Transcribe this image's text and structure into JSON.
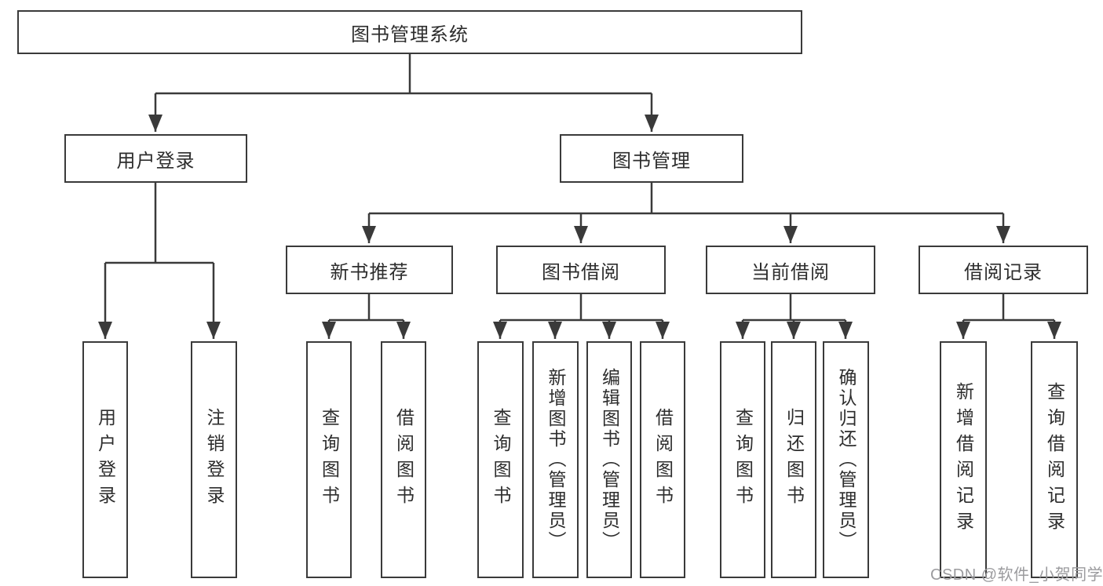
{
  "diagram": {
    "title": "图书管理系统",
    "level2": {
      "user_login": "用户登录",
      "book_mgmt": "图书管理"
    },
    "level3": {
      "new_books": "新书推荐",
      "book_borrow": "图书借阅",
      "current_borrow": "当前借阅",
      "borrow_records": "借阅记录"
    },
    "leaves": {
      "login": [
        "用户登录",
        "注销登录"
      ],
      "new_books": [
        "查询图书",
        "借阅图书"
      ],
      "book_borrow": [
        "查询图书",
        "新增图书（管理员）",
        "编辑图书（管理员）",
        "借阅图书"
      ],
      "current_borrow": [
        "查询图书",
        "归还图书",
        "确认归还（管理员）"
      ],
      "borrow_records": [
        "新增借阅记录",
        "查询借阅记录"
      ]
    },
    "watermark": "CSDN @软件_小贺同学",
    "colors": {
      "line": "#3a3a3a",
      "text": "#2d2d2d",
      "watermark": "#9b9b9e"
    }
  }
}
